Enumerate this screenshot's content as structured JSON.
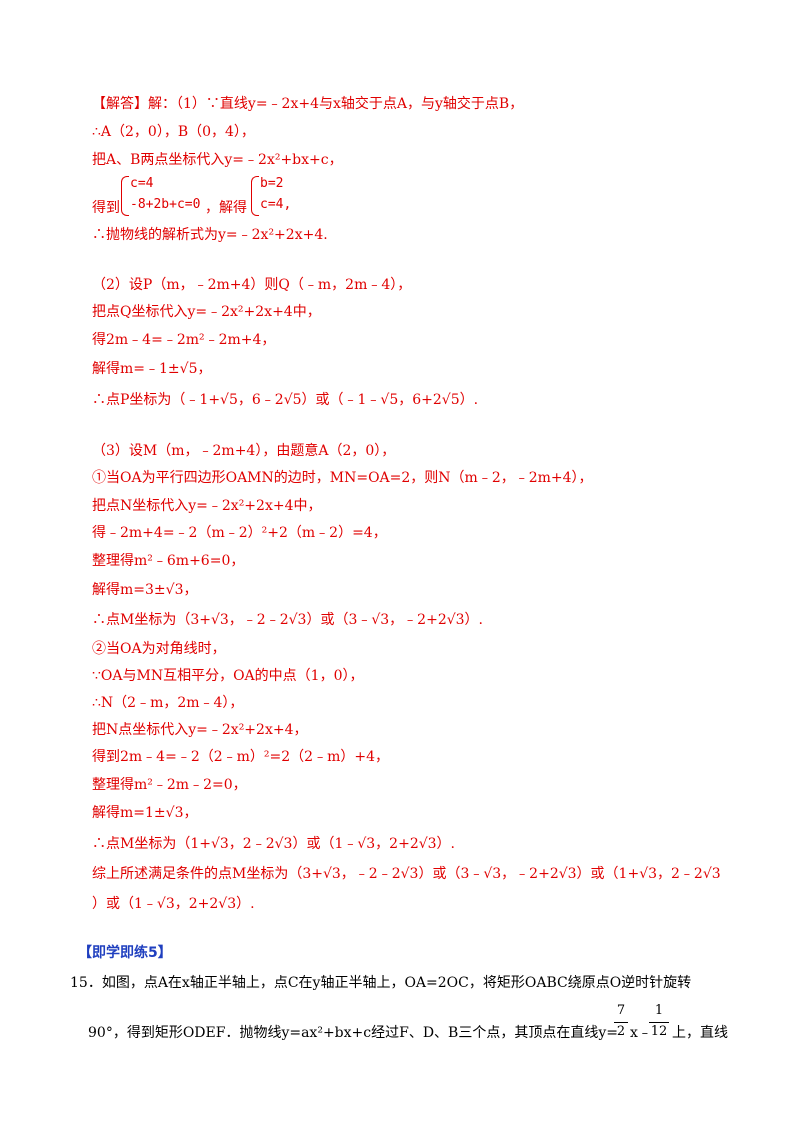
{
  "solution": {
    "part1": [
      "【解答】解：（1）∵直线y=﹣2x+4与x轴交于点A，与y轴交于点B，",
      "∴A（2，0），B（0，4），",
      "把A、B两点坐标代入y=﹣2x²+bx+c，",
      "∴抛物线的解析式为y=﹣2x²+2x+4."
    ],
    "system": {
      "prefix": "得到",
      "eq1": "c=4",
      "eq2": "-8+2b+c=0",
      "mid": "，解得",
      "sol1": "b=2",
      "sol2": "c=4,"
    },
    "part2": [
      "（2）设P（m，﹣2m+4）则Q（﹣m，2m﹣4），",
      "把点Q坐标代入y=﹣2x²+2x+4中，",
      "得2m﹣4=﹣2m²﹣2m+4，",
      "解得m=﹣1±√5，",
      "∴点P坐标为（﹣1+√5，6﹣2√5）或（﹣1﹣√5，6+2√5）."
    ],
    "part3": [
      "（3）设M（m，﹣2m+4），由题意A（2，0），",
      "①当OA为平行四边形OAMN的边时，MN=OA=2，则N（m﹣2，﹣2m+4），",
      "把点N坐标代入y=﹣2x²+2x+4中，",
      "得﹣2m+4=﹣2（m﹣2）²+2（m﹣2）=4，",
      "整理得m²﹣6m+6=0，",
      "解得m=3±√3，",
      "∴点M坐标为（3+√3，﹣2﹣2√3）或（3﹣√3，﹣2+2√3）.",
      "②当OA为对角线时，",
      "∵OA与MN互相平分，OA的中点（1，0），",
      "∴N（2﹣m，2m﹣4），",
      "把N点坐标代入y=﹣2x²+2x+4，",
      "得到2m﹣4=﹣2（2﹣m）²=2（2﹣m）+4，",
      "整理得m²﹣2m﹣2=0，",
      "解得m=1±√3，",
      "∴点M坐标为（1+√3，2﹣2√3）或（1﹣√3，2+2√3）.",
      "综上所述满足条件的点M坐标为（3+√3，﹣2﹣2√3）或（3﹣√3，﹣2+2√3）或（1+√3，2﹣2√3",
      "）或（1﹣√3，2+2√3）."
    ]
  },
  "practice_heading": "【即学即练5】",
  "problem": {
    "line1": "15．如图，点A在x轴正半轴上，点C在y轴正半轴上，OA=2OC，将矩形OABC绕原点O逆时针旋转",
    "line2_a": "90°，得到矩形ODEF．抛物线y=ax²+bx+c经过F、D、B三个点，其顶点在直线y=",
    "frac1_num": "7",
    "frac1_den": "2",
    "line2_b": "x﹣",
    "frac2_num": "1",
    "frac2_den": "12",
    "line2_c": "上，直线"
  }
}
